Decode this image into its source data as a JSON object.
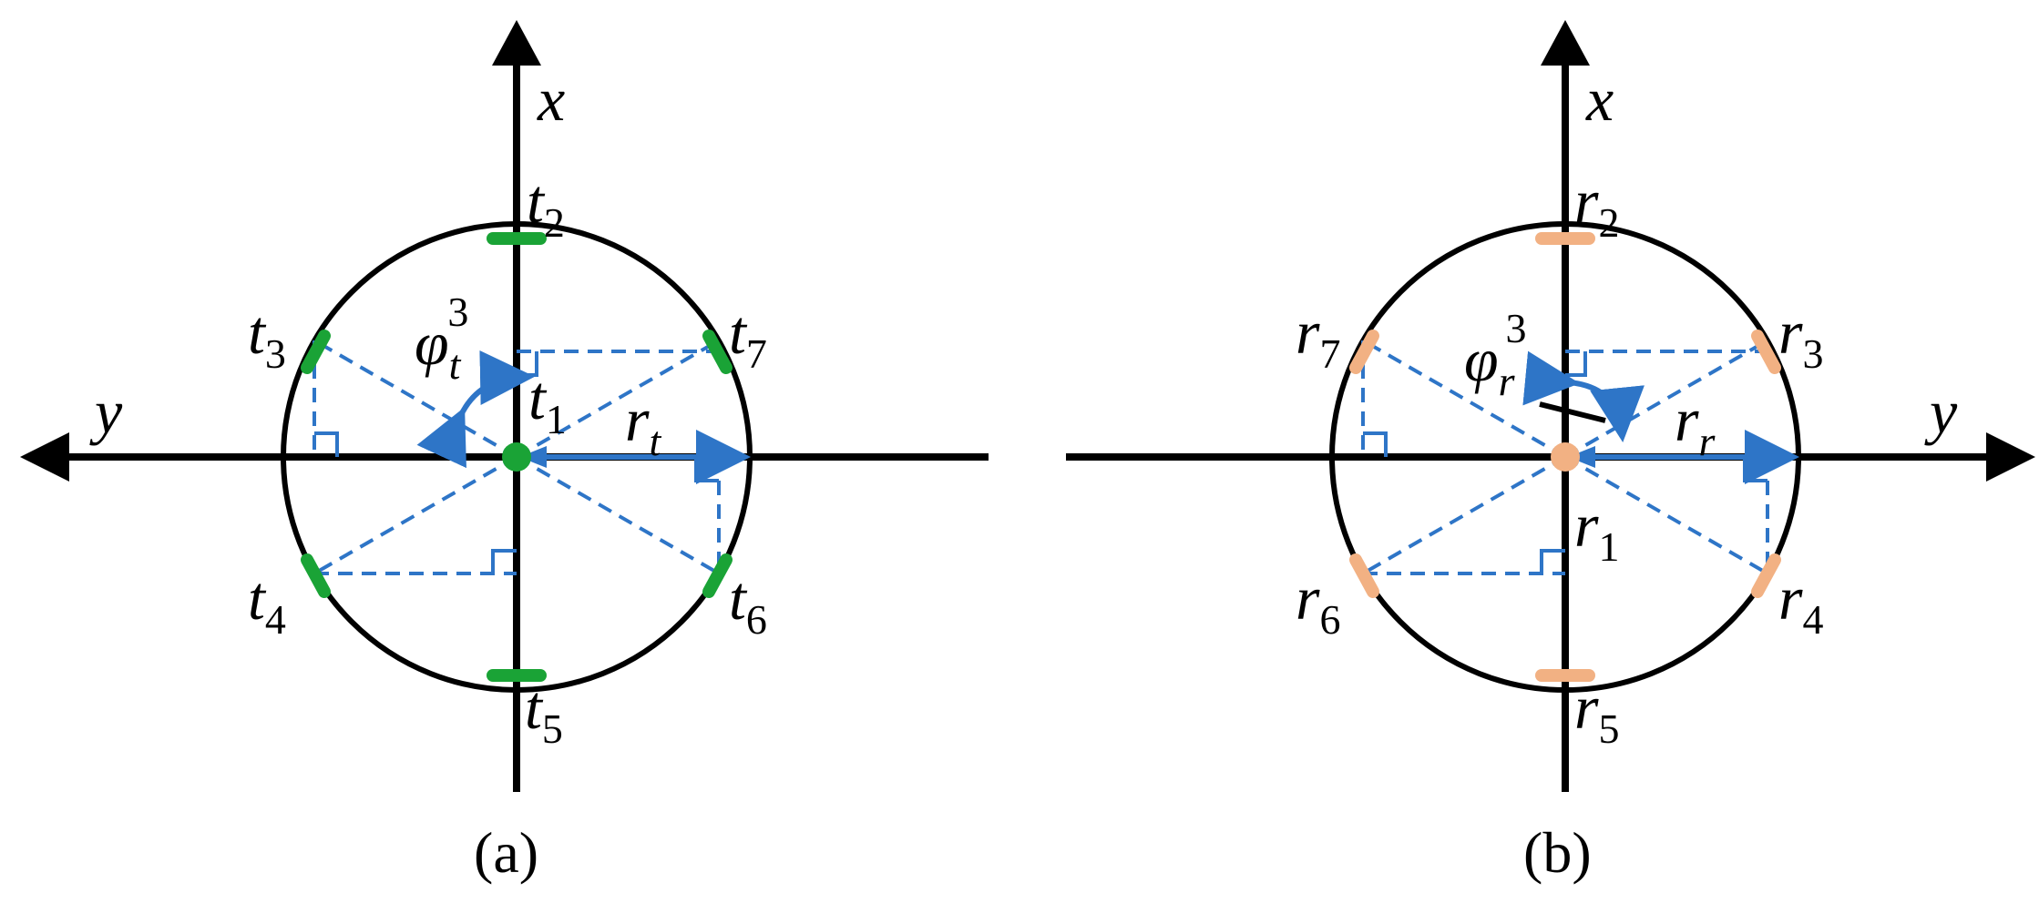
{
  "colors": {
    "axis": "#000000",
    "circle": "#000000",
    "guide": "#2e75c7",
    "transmit_element": "#1aa336",
    "receive_element": "#f2b183"
  },
  "panel_a": {
    "caption": "(a)",
    "axis_x": "x",
    "axis_y": "y",
    "angle_symbol": "φ",
    "angle_sub": "t",
    "angle_sup": "3",
    "radius_symbol": "r",
    "radius_sub": "t",
    "elements": [
      {
        "base": "t",
        "index": "1"
      },
      {
        "base": "t",
        "index": "2"
      },
      {
        "base": "t",
        "index": "3"
      },
      {
        "base": "t",
        "index": "4"
      },
      {
        "base": "t",
        "index": "5"
      },
      {
        "base": "t",
        "index": "6"
      },
      {
        "base": "t",
        "index": "7"
      }
    ]
  },
  "panel_b": {
    "caption": "(b)",
    "axis_x": "x",
    "axis_y": "y",
    "angle_symbol": "φ",
    "angle_sub": "r",
    "angle_sup": "3",
    "radius_symbol": "r",
    "radius_sub": "r",
    "elements": [
      {
        "base": "r",
        "index": "1"
      },
      {
        "base": "r",
        "index": "2"
      },
      {
        "base": "r",
        "index": "3"
      },
      {
        "base": "r",
        "index": "4"
      },
      {
        "base": "r",
        "index": "5"
      },
      {
        "base": "r",
        "index": "6"
      },
      {
        "base": "r",
        "index": "7"
      }
    ]
  }
}
